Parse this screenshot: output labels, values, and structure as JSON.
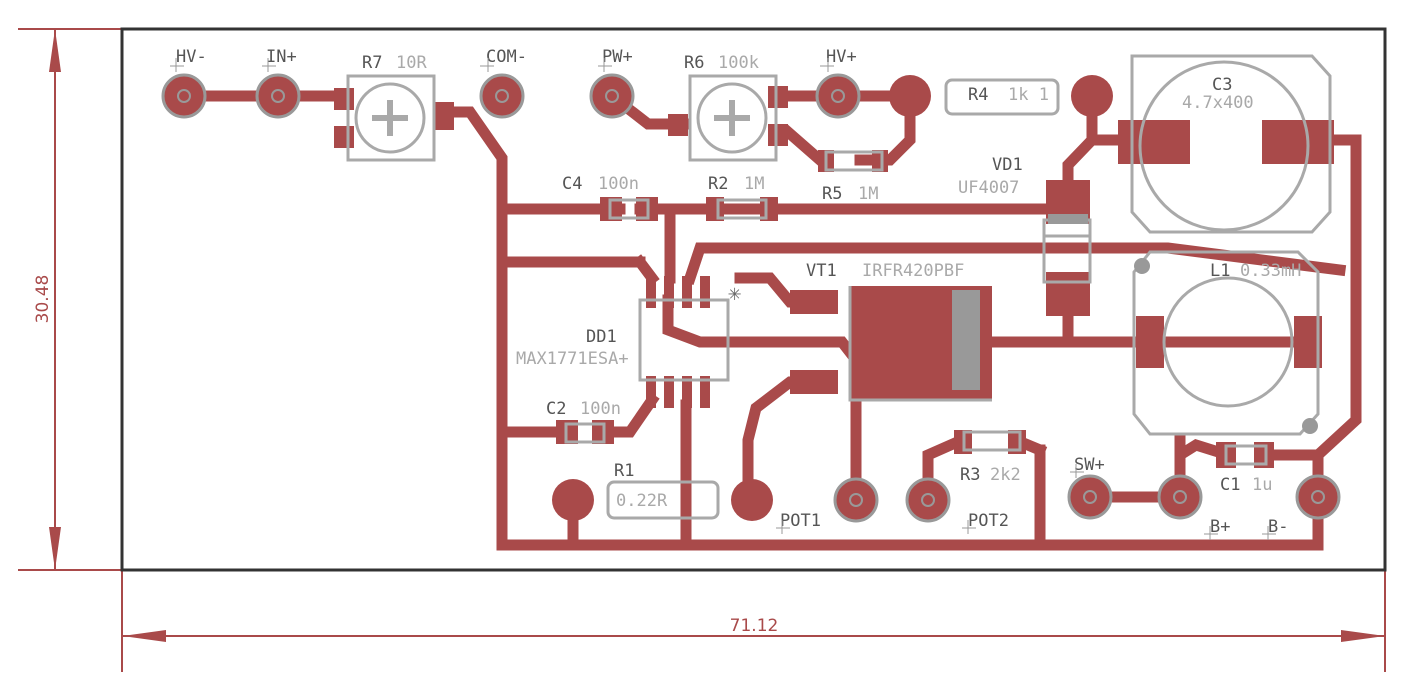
{
  "colors": {
    "background": "#ffffff",
    "board_outline": "#333333",
    "copper": "#a94a4a",
    "silkscreen": "#a9a9a9",
    "dimension": "#a94a4a",
    "pad_ring": "#999999",
    "names": "#555555"
  },
  "dimensions": {
    "width_label": "71.12",
    "height_label": "30.48"
  },
  "designators": {
    "hv_minus": "HV-",
    "in_plus": "IN+",
    "r7": "R7",
    "com_minus": "COM-",
    "pw_plus": "PW+",
    "r6": "R6",
    "hv_plus": "HV+",
    "r4": "R4",
    "c3": "C3",
    "c4": "C4",
    "r2": "R2",
    "r5": "R5",
    "vd1": "VD1",
    "vt1": "VT1",
    "l1": "L1",
    "dd1": "DD1",
    "c2": "C2",
    "r1": "R1",
    "pot1": "POT1",
    "r3": "R3",
    "pot2": "POT2",
    "sw_plus": "SW+",
    "c1": "C1",
    "b_plus": "B+",
    "b_minus": "B-"
  },
  "values": {
    "r7": "10R",
    "r6": "100k",
    "r4": "1k 1",
    "c3": "4.7x400",
    "c4": "100n",
    "r2": "1M",
    "r5": "1M",
    "vd1": "UF4007",
    "vt1": "IRFR420PBF",
    "l1": "0.33mH",
    "dd1": "MAX1771ESA+",
    "c2": "100n",
    "r1": "0.22R",
    "r3": "2k2",
    "c1": "1u"
  },
  "icons": {
    "pin1_marker": "asterisk-icon"
  }
}
